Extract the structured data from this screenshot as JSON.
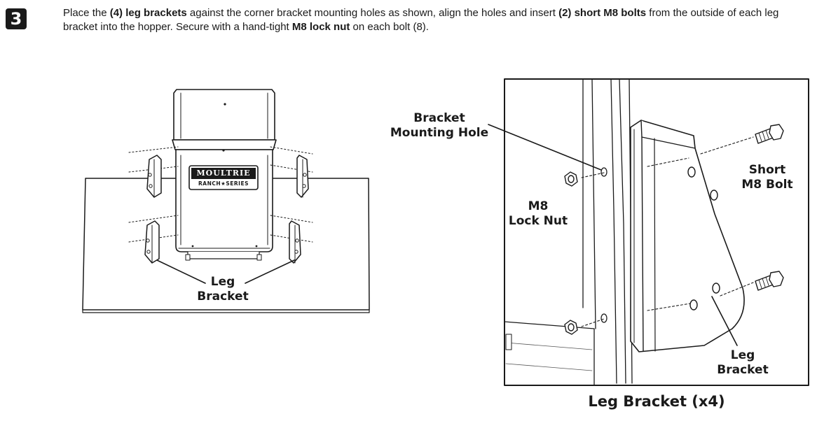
{
  "step": {
    "number": "3"
  },
  "instructions": {
    "t1": "Place the ",
    "b1": "(4) leg brackets",
    "t2": " against the corner bracket mounting holes as shown, align the holes and insert ",
    "b2": "(2) short M8 bolts",
    "t3": " from the outside of each leg bracket into the hopper. Secure with a hand-tight ",
    "b3": "M8 lock nut",
    "t4": " on each bolt (8)."
  },
  "left_figure": {
    "logo_text": "MOULTRIE",
    "logo_subtext": "RANCH★SERIES",
    "label_line1": "Leg",
    "label_line2": "Bracket"
  },
  "detail_figure": {
    "label_mounting_hole_1": "Bracket",
    "label_mounting_hole_2": "Mounting Hole",
    "label_nut_1": "M8",
    "label_nut_2": "Lock Nut",
    "label_bolt_1": "Short",
    "label_bolt_2": "M8 Bolt",
    "label_bracket_1": "Leg",
    "label_bracket_2": "Bracket",
    "caption": "Leg Bracket (x4)"
  }
}
